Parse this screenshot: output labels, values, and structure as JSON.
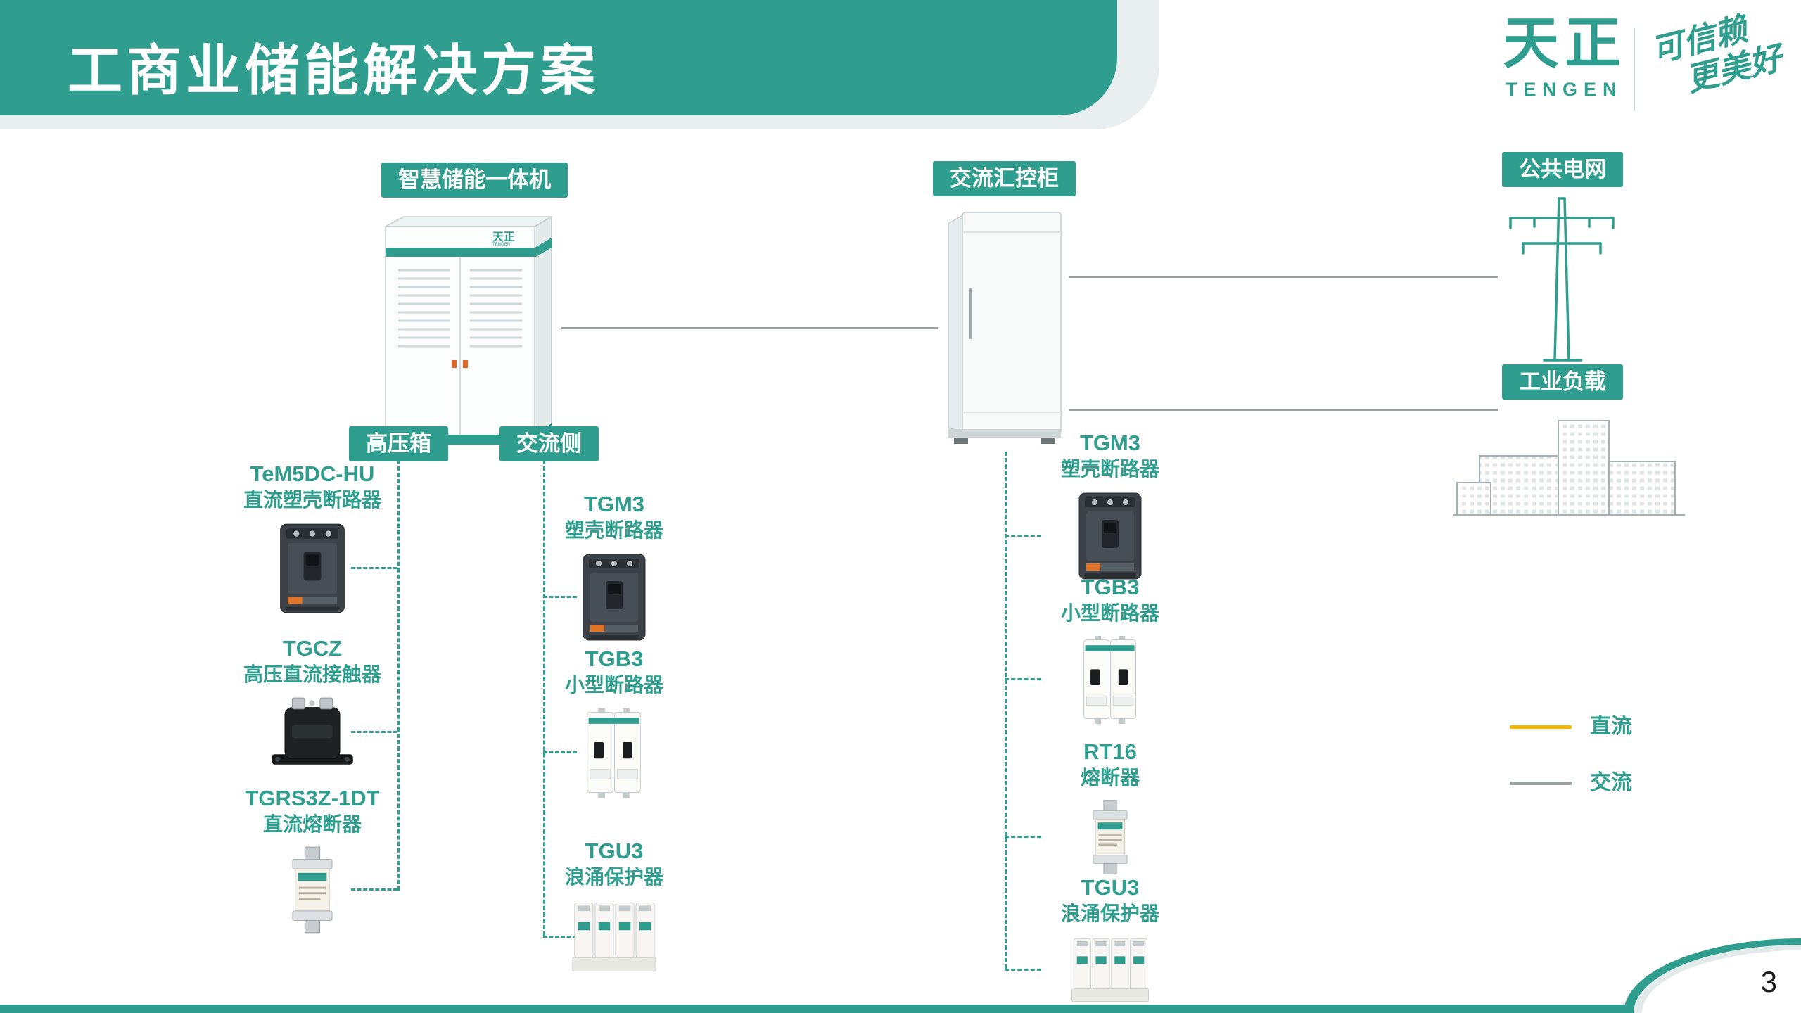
{
  "slide": {
    "title": "工商业储能解决方案",
    "page_number": "3"
  },
  "brand": {
    "wordmark": "天正",
    "subtext": "TENGEN",
    "slogan_line1": "可信赖",
    "slogan_line2": "更美好"
  },
  "colors": {
    "teal": "#2F9E8E",
    "dc_yellow": "#F5B800",
    "ac_gray": "#9B9FA0"
  },
  "tags": {
    "storage_unit": "智慧储能一体机",
    "ac_cabinet": "交流汇控柜",
    "public_grid": "公共电网",
    "hv_box": "高压箱",
    "ac_side": "交流侧",
    "industrial_load": "工业负载"
  },
  "hv_box_items": [
    {
      "model": "TeM5DC-HU",
      "name": "直流塑壳断路器"
    },
    {
      "model": "TGCZ",
      "name": "高压直流接触器"
    },
    {
      "model": "TGRS3Z-1DT",
      "name": "直流熔断器"
    }
  ],
  "ac_side_items": [
    {
      "model": "TGM3",
      "name": "塑壳断路器"
    },
    {
      "model": "TGB3",
      "name": "小型断路器"
    },
    {
      "model": "TGU3",
      "name": "浪涌保护器"
    }
  ],
  "ac_cabinet_items": [
    {
      "model": "TGM3",
      "name": "塑壳断路器"
    },
    {
      "model": "TGB3",
      "name": "小型断路器"
    },
    {
      "model": "RT16",
      "name": "熔断器"
    },
    {
      "model": "TGU3",
      "name": "浪涌保护器"
    }
  ],
  "legend": [
    {
      "label": "直流",
      "color": "#F5B800"
    },
    {
      "label": "交流",
      "color": "#9B9FA0"
    }
  ]
}
